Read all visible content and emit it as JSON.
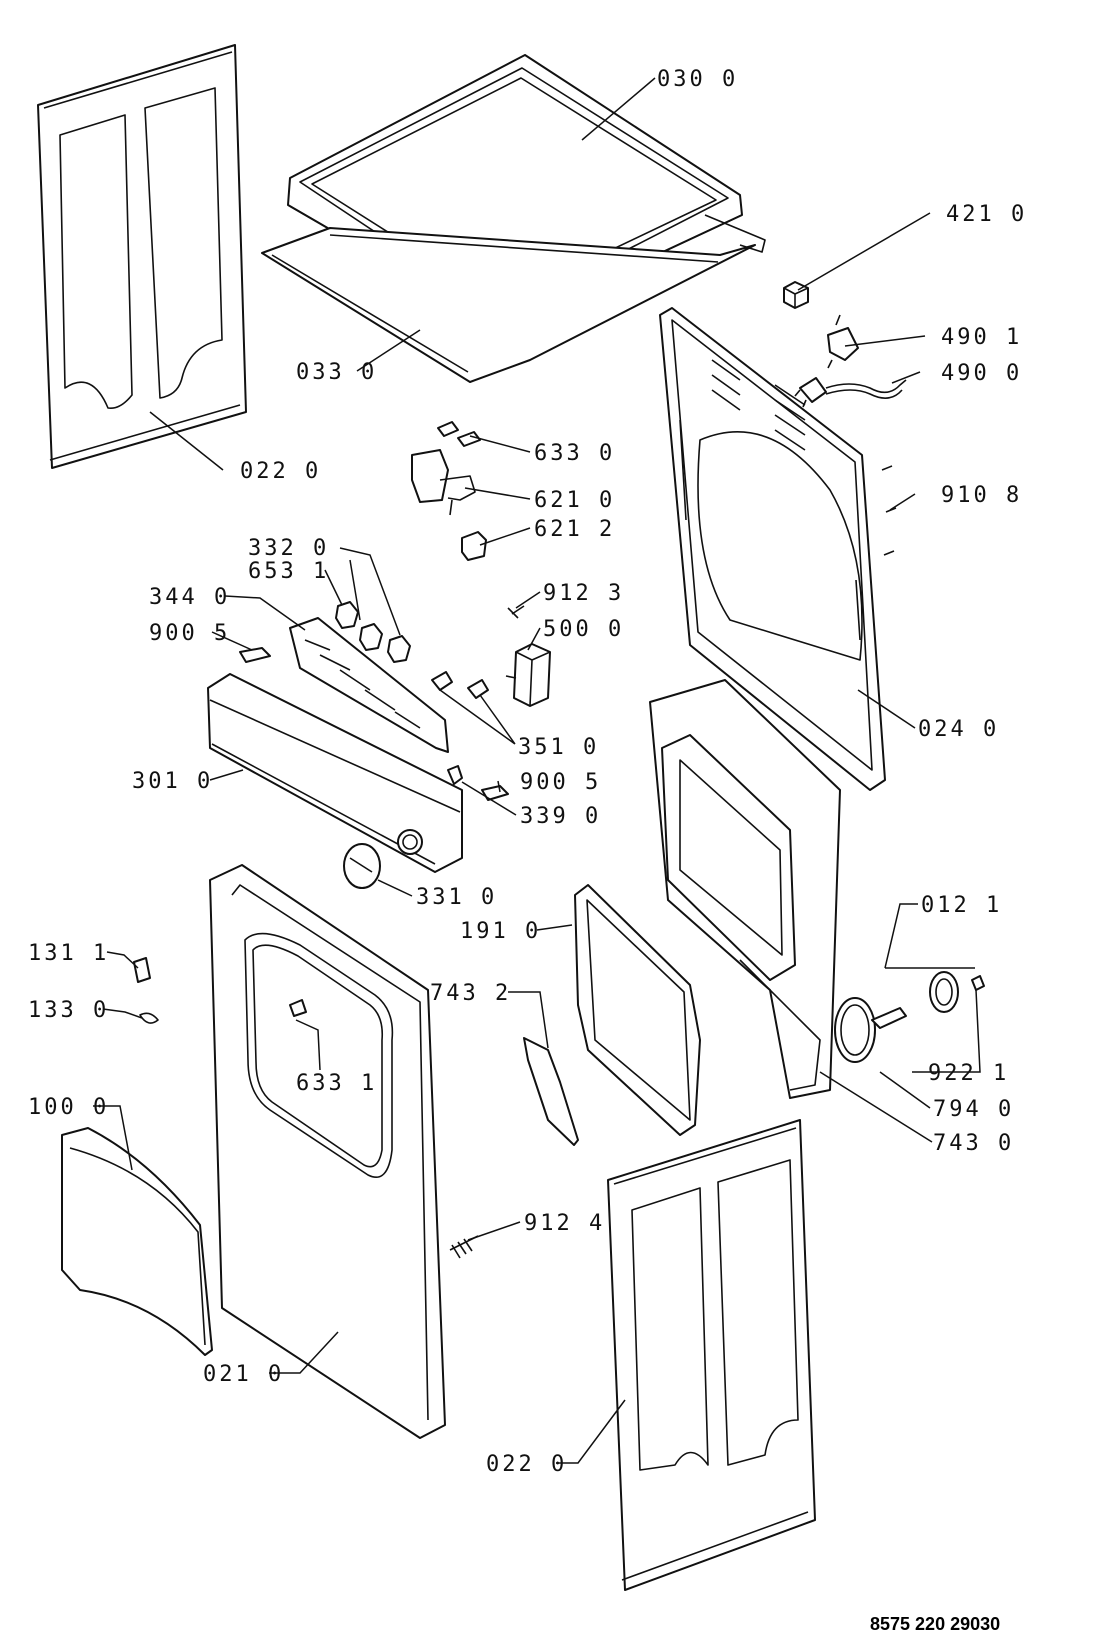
{
  "labels": {
    "l0300": "030 0",
    "l4210": "421 0",
    "l4901": "490 1",
    "l4900": "490 0",
    "l0330": "033 0",
    "l0220_top": "022 0",
    "l6330": "633 0",
    "l6210": "621 0",
    "l6212": "621 2",
    "l9108": "910 8",
    "l3320": "332 0",
    "l6531": "653 1",
    "l9123": "912 3",
    "l3440": "344 0",
    "l5000": "500 0",
    "l9005_a": "900 5",
    "l0240": "024 0",
    "l3510": "351 0",
    "l3010": "301 0",
    "l9005_b": "900 5",
    "l3390": "339 0",
    "l3310": "331 0",
    "l1910": "191 0",
    "l0121": "012 1",
    "l1311": "131 1",
    "l7432": "743 2",
    "l1330": "133 0",
    "l6331": "633 1",
    "l9221": "922 1",
    "l1000": "100 0",
    "l7940": "794 0",
    "l7430": "743 0",
    "l9124": "912 4",
    "l0210": "021 0",
    "l0220_bottom": "022 0"
  },
  "document_number": "8575 220 29030"
}
